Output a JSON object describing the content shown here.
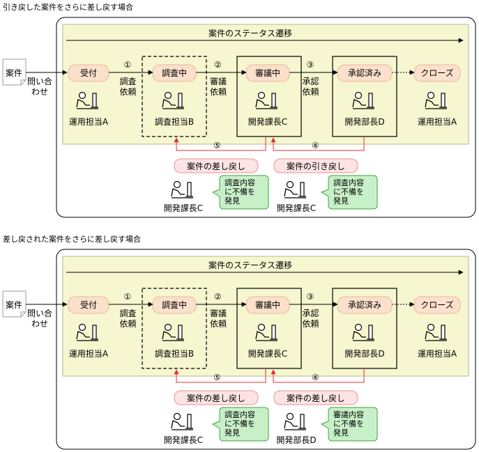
{
  "colors": {
    "panel_bg": "#f6f6d0",
    "panel_border": "#b8b888",
    "stage_fill": "#fbe0cc",
    "stage_stroke": "#e8b898",
    "return_fill": "#fde4e4",
    "return_stroke": "#e89090",
    "balloon_fill": "#c8f0c8",
    "balloon_stroke": "#40a040",
    "red_arrow": "#e03030"
  },
  "sections": [
    {
      "heading": "引き戻した案件をさらに差し戻す場合",
      "banner": "案件のステータス遷移",
      "document_label": "案件",
      "inquiry_label": [
        "問い合",
        "わせ"
      ],
      "stages": [
        "受付",
        "調査中",
        "審議中",
        "承認済み",
        "クローズ"
      ],
      "step_numbers": [
        "①",
        "②",
        "③"
      ],
      "step_labels": [
        [
          "調査",
          "依頼"
        ],
        [
          "審議",
          "依頼"
        ],
        [
          "承認",
          "依頼"
        ]
      ],
      "persons": [
        "運用担当A",
        "調査担当B",
        "開発課長C",
        "開発部長D",
        "運用担当A"
      ],
      "return_numbers": [
        "⑤",
        "④"
      ],
      "return_labels": [
        "案件の差し戻し",
        "案件の引き戻し"
      ],
      "reporters": [
        "開発課長C",
        "開発課長C"
      ],
      "balloons": [
        [
          "調査内容",
          "に不備を",
          "発見"
        ],
        [
          "調査内容",
          "に不備を",
          "発見"
        ]
      ]
    },
    {
      "heading": "差し戻された案件をさらに差し戻す場合",
      "banner": "案件のステータス遷移",
      "document_label": "案件",
      "inquiry_label": [
        "問い合",
        "わせ"
      ],
      "stages": [
        "受付",
        "調査中",
        "審議中",
        "承認済み",
        "クローズ"
      ],
      "step_numbers": [
        "①",
        "②",
        "③"
      ],
      "step_labels": [
        [
          "調査",
          "依頼"
        ],
        [
          "審議",
          "依頼"
        ],
        [
          "承認",
          "依頼"
        ]
      ],
      "persons": [
        "運用担当A",
        "調査担当B",
        "開発課長C",
        "開発部長D",
        "運用担当A"
      ],
      "return_numbers": [
        "⑤",
        "④"
      ],
      "return_labels": [
        "案件の差し戻し",
        "案件の差し戻し"
      ],
      "reporters": [
        "開発課長C",
        "開発部長D"
      ],
      "balloons": [
        [
          "調査内容",
          "に不備を",
          "発見"
        ],
        [
          "審議内容",
          "に不備を",
          "発見"
        ]
      ]
    }
  ]
}
